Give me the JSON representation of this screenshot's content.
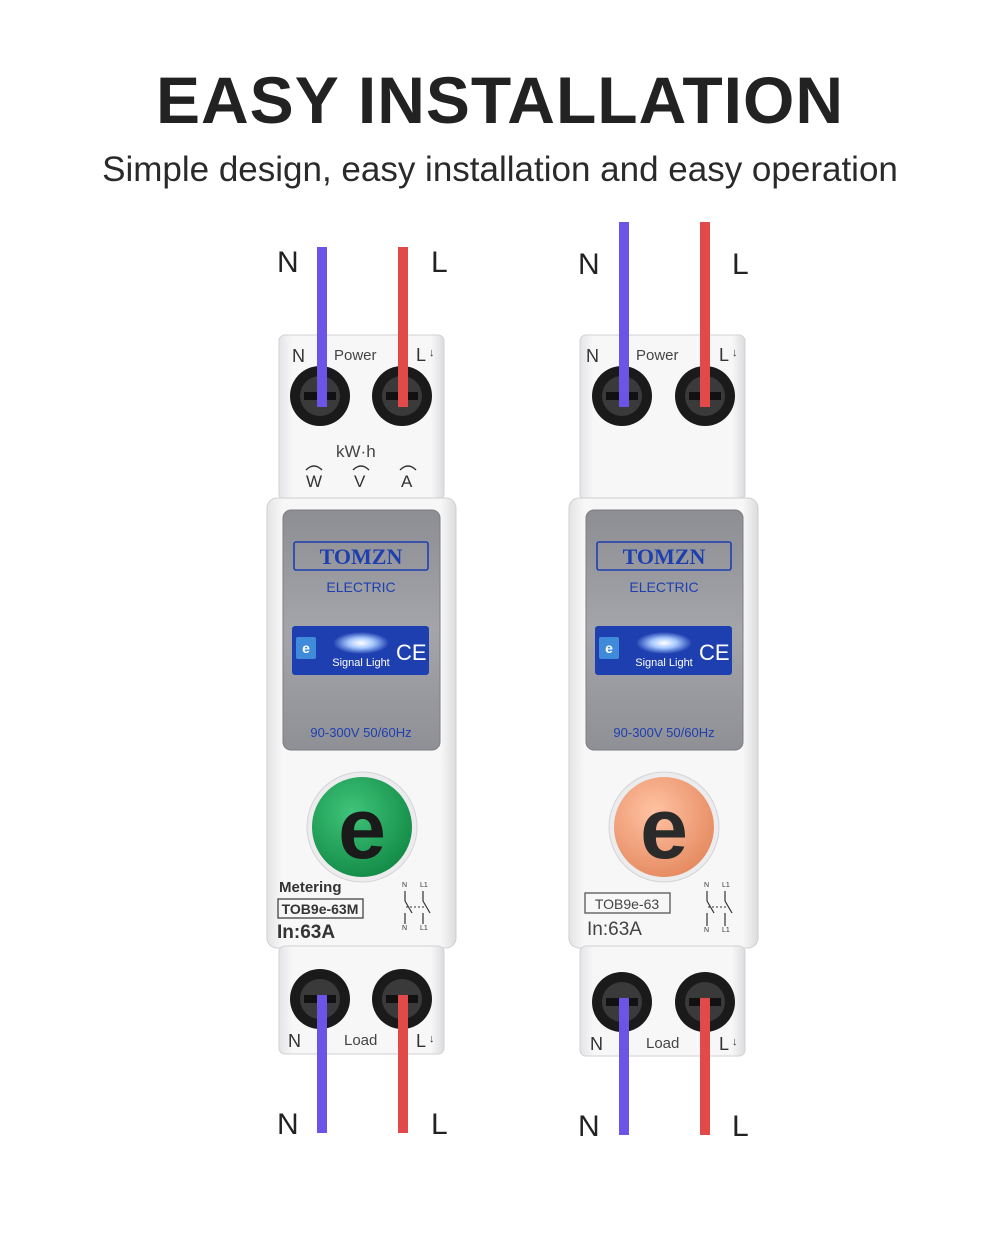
{
  "header": {
    "title": "EASY INSTALLATION",
    "subtitle": "Simple design, easy installation and easy operation"
  },
  "colors": {
    "neutral_wire": "#6a55e6",
    "live_wire": "#e24a4a",
    "left_button": "#1f9e54",
    "right_button": "#f2a57f",
    "label_panel": "#1e3fb0"
  },
  "left_device": {
    "wire_top_n": "N",
    "wire_top_l": "L",
    "wire_bottom_n": "N",
    "wire_bottom_l": "L",
    "terminal_n": "N",
    "terminal_power": "Power",
    "terminal_l": "L",
    "unit_label": "kW·h",
    "measure_w": "W",
    "measure_v": "V",
    "measure_a": "A",
    "brand": "TOMZN",
    "brand_sub": "ELECTRIC",
    "badge": "e",
    "signal_light": "Signal Light",
    "ce_mark": "CE",
    "voltage": "90-300V 50/60Hz",
    "button_letter": "e",
    "metering": "Metering",
    "model": "TOB9e-63M",
    "rating": "In:63A",
    "sw_n_top": "N",
    "sw_l1_top": "L1",
    "sw_n_bottom": "N",
    "sw_l1_bottom": "L1",
    "load_n": "N",
    "load_label": "Load",
    "load_l": "L"
  },
  "right_device": {
    "wire_top_n": "N",
    "wire_top_l": "L",
    "wire_bottom_n": "N",
    "wire_bottom_l": "L",
    "terminal_n": "N",
    "terminal_power": "Power",
    "terminal_l": "L",
    "brand": "TOMZN",
    "brand_sub": "ELECTRIC",
    "badge": "e",
    "signal_light": "Signal Light",
    "ce_mark": "CE",
    "voltage": "90-300V 50/60Hz",
    "button_letter": "e",
    "model": "TOB9e-63",
    "rating": "In:63A",
    "sw_n_top": "N",
    "sw_l1_top": "L1",
    "sw_n_bottom": "N",
    "sw_l1_bottom": "L1",
    "load_n": "N",
    "load_label": "Load",
    "load_l": "L"
  }
}
